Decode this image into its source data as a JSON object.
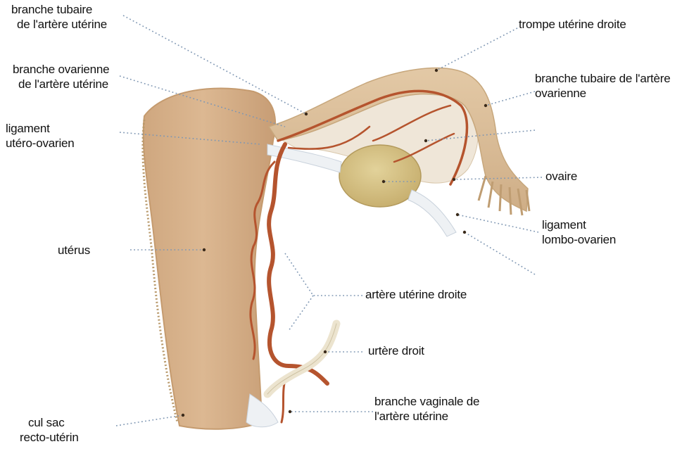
{
  "labels": {
    "branche_tubaire_uterine": [
      "branche tubaire",
      "de l'artère utérine"
    ],
    "branche_ovarienne_uterine": [
      "branche ovarienne",
      "de l'artère utérine"
    ],
    "ligament_utero_ovarien": [
      "ligament",
      "utéro-ovarien"
    ],
    "uterus": "utérus",
    "cul_sac": [
      "cul sac",
      "recto-utérin"
    ],
    "trompe": "trompe utérine droite",
    "branche_tubaire_ovarienne": [
      "branche tubaire de l'artère",
      "ovarienne"
    ],
    "ovaire": "ovaire",
    "ligament_lombo_ovarien": [
      "ligament",
      "lombo-ovarien"
    ],
    "artere_uterine_droite": "artère utérine droite",
    "uretere": "urtère droit",
    "branche_vaginale": [
      "branche vaginale de",
      "l'artère utérine"
    ]
  },
  "colors": {
    "uterus": "#d9b48e",
    "uterus_shadow": "#c39a72",
    "tube": "#dcc2a0",
    "ovary": "#d8c68a",
    "artery": "#b5542e",
    "ureter": "#ece4cf",
    "ligament": "#eef1f4",
    "leader": "#7f97b3"
  }
}
